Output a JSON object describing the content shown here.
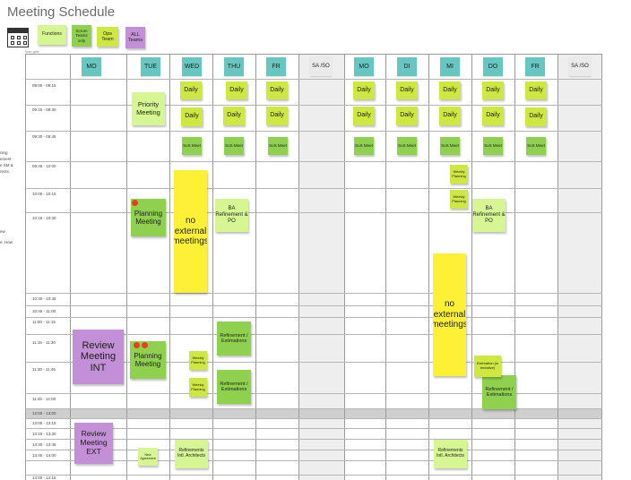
{
  "board": {
    "title": "Meeting Schedule"
  },
  "legend": {
    "sublabel": "Icon grid",
    "items": [
      {
        "label": "Functions",
        "color": "#d5f692"
      },
      {
        "label": "Scrum Teams only",
        "color": "#8fd14f"
      },
      {
        "label": "Ops Team",
        "color": "#cee741"
      },
      {
        "label": "ALL Teams",
        "color": "#c38fd6"
      }
    ]
  },
  "day_headers": [
    "MO",
    "TUE",
    "WED",
    "THU",
    "FR",
    "SA /SO",
    "MO",
    "DI",
    "MI",
    "DO",
    "FR",
    "SA /SO"
  ],
  "time_slots": [
    "09:00 - 09:15",
    "09:15 - 09:30",
    "09:30 - 09:45",
    "09:45 - 10:00",
    "10:00 - 10:15",
    "10:15 - 10:30",
    "10:30 - 10:45",
    "10:45 - 11:00",
    "11:00 - 11:15",
    "11:15 - 11:30",
    "11:30 - 11:45",
    "11:45 - 12:00",
    "12:00 - 13:00",
    "13:00 - 13:15",
    "13:15 - 13:30",
    "13:30 - 13:45",
    "13:45 - 14:00",
    "14:00 - 14:15"
  ],
  "side_notes": [
    "ning",
    "ement",
    "e SM &",
    "rects.",
    "ew",
    "e, How"
  ],
  "notes": {
    "priority": "Priority Meeting",
    "daily": "Daily",
    "sos": "SoS Meet",
    "weekly": "Weekly Planning",
    "planning": "Planning Meeting",
    "ba_refinement": "BA Refinement & PO",
    "no_external": "no external meetings",
    "refinement_est": "Refinement / Estimations",
    "review_int": "Review Meeting INT",
    "review_ext": "Review Meeting EXT",
    "refinement_arch": "Refinements Intl. Architects",
    "new_agreement": "New Agreement",
    "estimation_tentative": "Estimation (in tentative)"
  }
}
